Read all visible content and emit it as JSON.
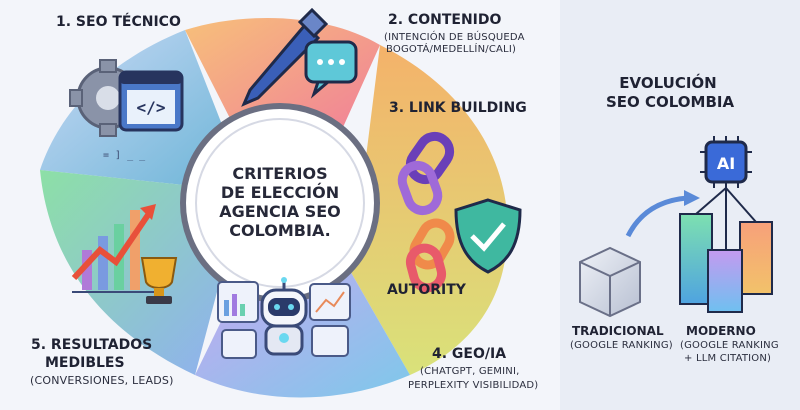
{
  "center": {
    "text": "CRITERIOS\nDE ELECCIÓN\nAGENCIA SEO\nCOLOMBIA."
  },
  "segments": [
    {
      "title": "1. SEO TÉCNICO",
      "subtitle": ""
    },
    {
      "title": "2. CONTENIDO",
      "subtitle_lines": [
        "(INTENCIÓN DE BÚSQUEDA",
        "BOGOTÁ/MEDELLÍN/CALI)"
      ]
    },
    {
      "title": "3. LINK BUILDING",
      "extra": "AUTORITY"
    },
    {
      "title": "4. GEO/IA",
      "subtitle_lines": [
        "(CHATGPT, GEMINI,",
        "PERPLEXITY VISIBILIDAD)"
      ]
    },
    {
      "title_lines": [
        "5. RESULTADOS",
        "MEDIBLES"
      ],
      "subtitle_lines": [
        "(CONVERSIONES, LEADS)"
      ]
    }
  ],
  "evolution": {
    "title_lines": [
      "EVOLUCIÓN",
      "SEO COLOMBIA"
    ],
    "traditional": {
      "label": "TRADICIONAL",
      "detail": "(GOOGLE RANKING)"
    },
    "modern": {
      "label": "MODERNO",
      "detail_lines": [
        "(GOOGLE RANKING",
        "+ LLM CITATION)"
      ]
    },
    "chip_text": "AI"
  },
  "colors": {
    "seo_tecnico": "#5b9bd5",
    "contenido": "#f2a07b",
    "link_building": "#e8c45a",
    "geo_ia": "#8fb7e8",
    "resultados": "#8fd19e",
    "panel_bg": "#e9edf5"
  },
  "icons": [
    "gear-icon",
    "code-window-icon",
    "pen-icon",
    "chat-bubble-icon",
    "chain-link-icon",
    "shield-check-icon",
    "robot-icon",
    "dashboard-icon",
    "growth-chart-icon",
    "trophy-icon",
    "ai-chip-icon",
    "cube-icon"
  ]
}
